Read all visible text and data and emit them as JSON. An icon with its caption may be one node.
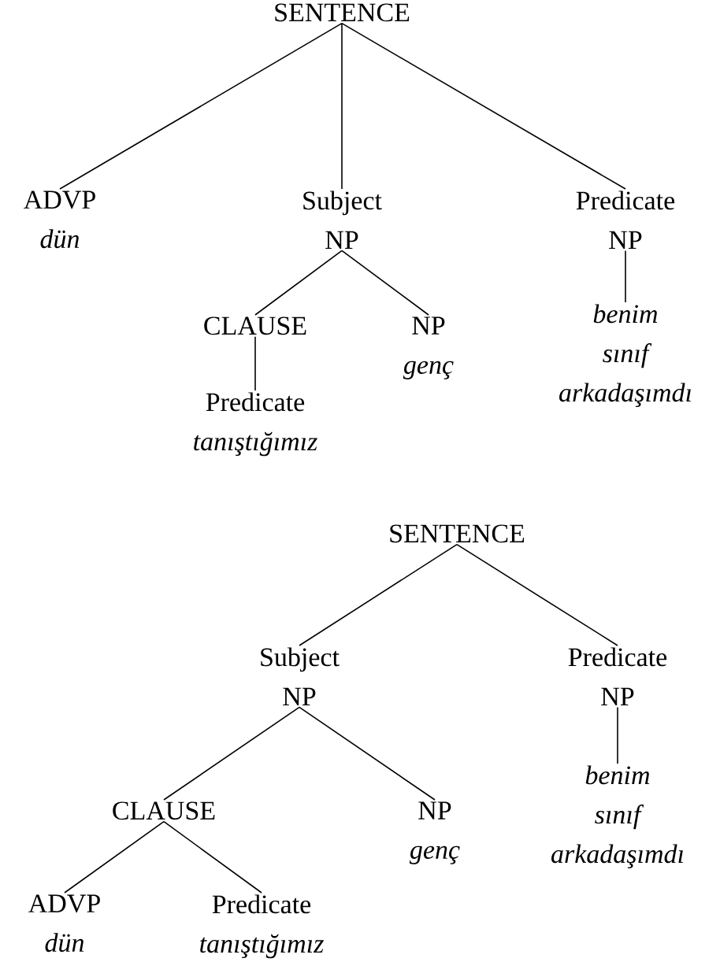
{
  "diagram": {
    "nodes": [
      {
        "text": [
          "SENTENCE"
        ]
      },
      {
        "text": [
          "ADVP",
          "dün"
        ]
      },
      {
        "text": [
          "Subject NP"
        ]
      },
      {
        "text": [
          "Predicate NP"
        ]
      },
      {
        "text": [
          "CLAUSE"
        ]
      },
      {
        "text": [
          "NP",
          "genç"
        ]
      },
      {
        "text": [
          "Predicate",
          "tanıştığımız"
        ]
      },
      {
        "text": [
          "benim sınıf arkadaşımdı"
        ]
      },
      {
        "text": [
          "SENTENCE"
        ]
      },
      {
        "text": [
          "Subject NP"
        ]
      },
      {
        "text": [
          "Predicate NP"
        ]
      },
      {
        "text": [
          "CLAUSE"
        ]
      },
      {
        "text": [
          "NP",
          "genç"
        ]
      },
      {
        "text": [
          "benim sınıf arkadaşımdı"
        ]
      },
      {
        "text": [
          "ADVP",
          "dün"
        ]
      },
      {
        "text": [
          "Predicate",
          "tanıştığımız"
        ]
      }
    ],
    "edges": [
      {
        "from": 0,
        "to": 1,
        "arrow": "none"
      },
      {
        "from": 0,
        "to": 2,
        "arrow": "none"
      },
      {
        "from": 0,
        "to": 3,
        "arrow": "none"
      },
      {
        "from": 2,
        "to": 4,
        "arrow": "none"
      },
      {
        "from": 2,
        "to": 5,
        "arrow": "none"
      },
      {
        "from": 4,
        "to": 6,
        "arrow": "none"
      },
      {
        "from": 3,
        "to": 7,
        "arrow": "none"
      },
      {
        "from": 8,
        "to": 9,
        "arrow": "none"
      },
      {
        "from": 8,
        "to": 10,
        "arrow": "none"
      },
      {
        "from": 9,
        "to": 11,
        "arrow": "none"
      },
      {
        "from": 9,
        "to": 12,
        "arrow": "none"
      },
      {
        "from": 10,
        "to": 13,
        "arrow": "none"
      },
      {
        "from": 11,
        "to": 14,
        "arrow": "none"
      },
      {
        "from": 11,
        "to": 15,
        "arrow": "none"
      }
    ]
  }
}
